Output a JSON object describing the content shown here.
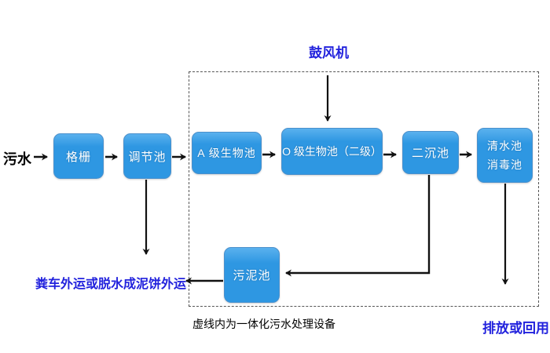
{
  "diagram": {
    "title_implied": "一体化污水处理设备工艺流程图",
    "source_label": "污水",
    "nodes": {
      "grid": {
        "label": "格栅"
      },
      "regulating": {
        "label": "调节池"
      },
      "a_bio": {
        "label": "A 级生物池"
      },
      "o_bio": {
        "label": "O 级生物池（二级）"
      },
      "secondary_sed": {
        "label": "二沉池"
      },
      "clear_water": {
        "line1": "清水池",
        "line2": "消毒池"
      },
      "sludge": {
        "label": "污泥池"
      }
    },
    "annotations": {
      "blower": "鼓风机",
      "sludge_out": "粪车外运或脱水成泥饼外运",
      "dashed_caption": "虚线内为一体化污水处理设备",
      "discharge": "排放或回用"
    },
    "colors": {
      "box_fill_top": "#5ab1ee",
      "box_fill_bottom": "#2e97e2",
      "box_border": "#4a90cc",
      "label_blue": "#2222dd",
      "arrow_black": "#111111"
    }
  }
}
